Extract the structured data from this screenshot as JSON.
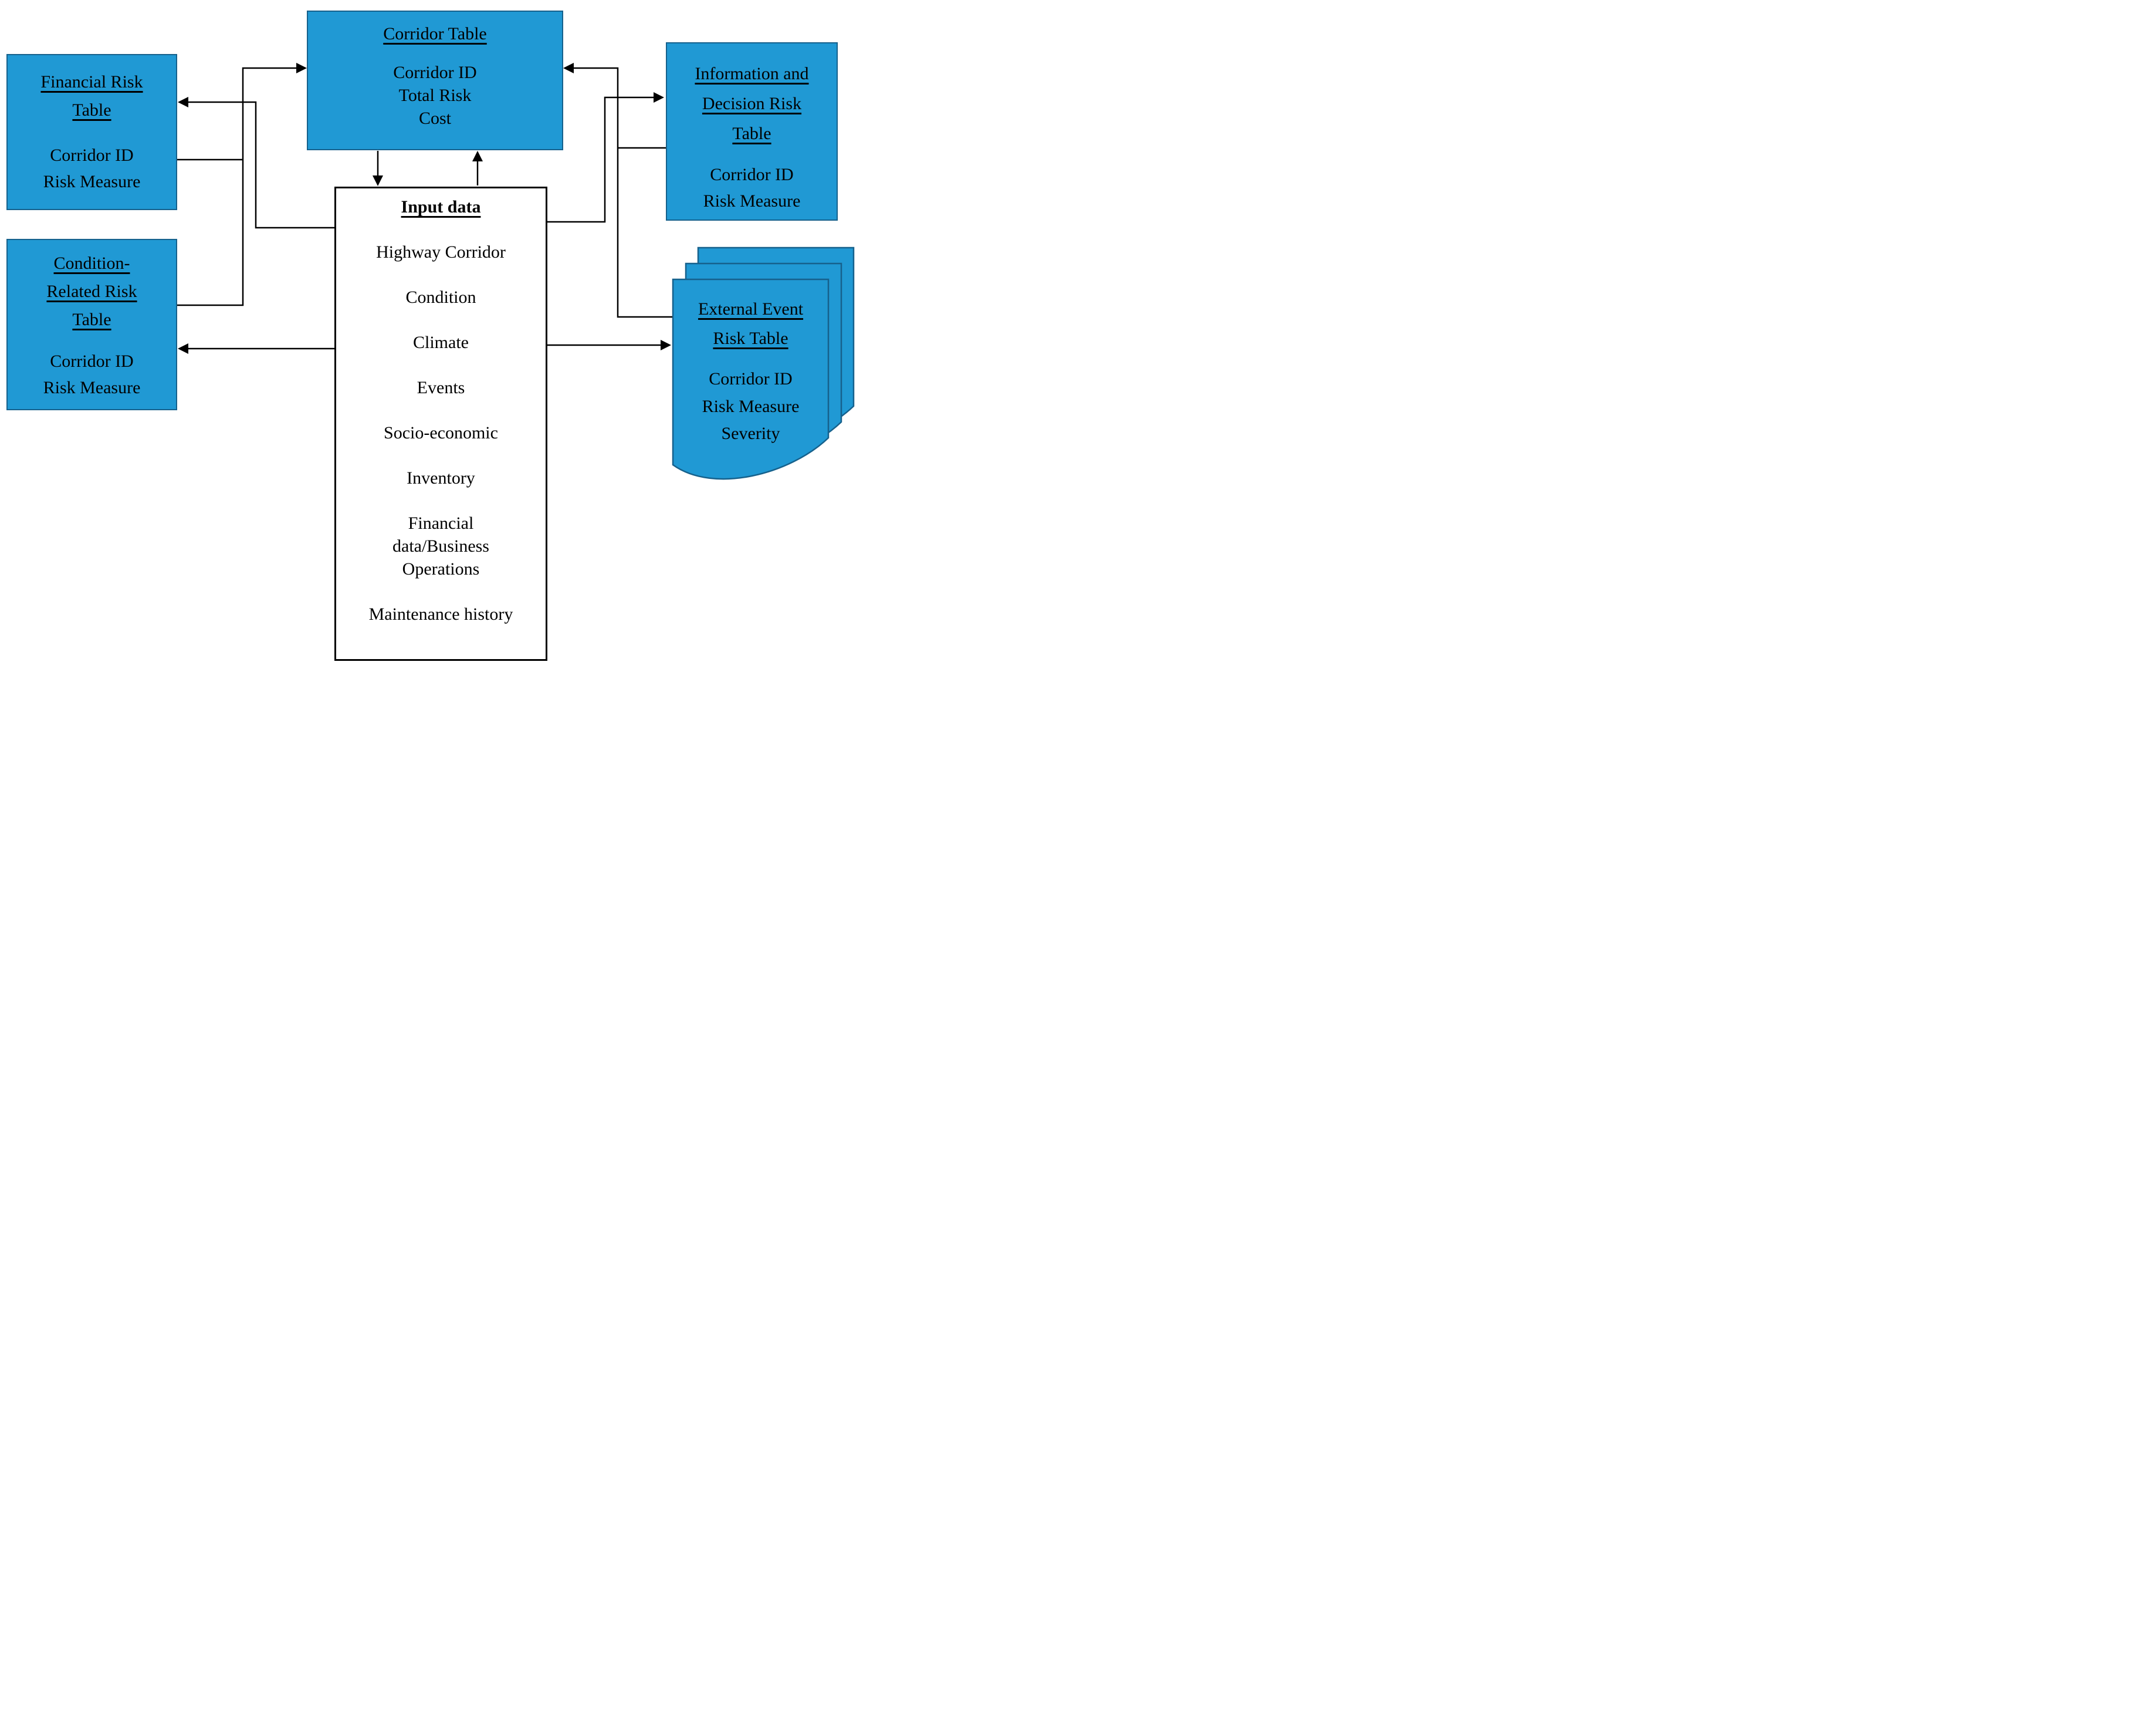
{
  "colors": {
    "box_fill": "#2099D4",
    "box_border": "#16618C",
    "connector": "#000000",
    "input_fill": "#FFFFFF",
    "input_border": "#000000",
    "text": "#000000",
    "page_bg": "#FFFFFF"
  },
  "boxes": {
    "corridor_table": {
      "title_lines": [
        "Corridor Table"
      ],
      "fields": [
        "Corridor ID",
        "Total Risk",
        "Cost"
      ]
    },
    "financial_risk_table": {
      "title_lines": [
        "Financial Risk",
        "Table"
      ],
      "fields": [
        "Corridor ID",
        "Risk Measure"
      ]
    },
    "condition_related_risk_table": {
      "title_lines": [
        "Condition-",
        "Related Risk",
        "Table"
      ],
      "fields": [
        "Corridor ID",
        "Risk Measure"
      ]
    },
    "information_decision_risk_table": {
      "title_lines": [
        "Information and",
        "Decision Risk",
        "Table"
      ],
      "fields": [
        "Corridor ID",
        "Risk Measure"
      ]
    },
    "external_event_risk_table": {
      "title_lines": [
        "External Event",
        "Risk Table"
      ],
      "fields": [
        "Corridor ID",
        "Risk Measure",
        "Severity"
      ]
    },
    "input_data": {
      "title": "Input data",
      "items": [
        "Highway Corridor",
        "Condition",
        "Climate",
        "Events",
        "Socio-economic",
        "Inventory",
        "Financial data/Business Operations",
        "Maintenance history"
      ]
    }
  }
}
